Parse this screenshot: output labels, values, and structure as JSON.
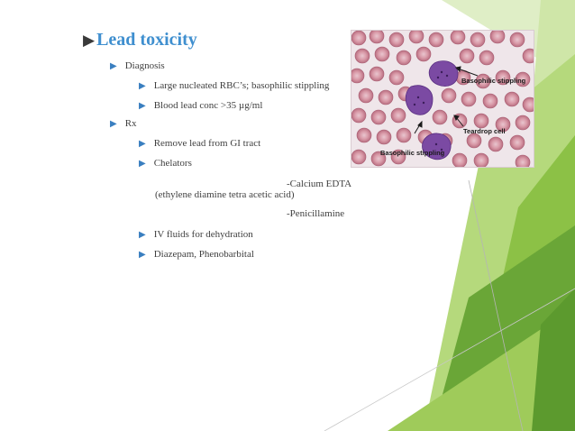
{
  "slide": {
    "title": "Lead toxicity",
    "diagnosis": {
      "label": "Diagnosis",
      "items": [
        "Large  nucleated RBC’s; basophilic stippling",
        "Blood lead conc >35 µg/ml"
      ]
    },
    "rx": {
      "label": "Rx",
      "items": [
        "Remove lead from GI tract",
        "Chelators"
      ],
      "chelator_edta": "-Calcium EDTA",
      "chelator_edta_full": "(ethylene diamine tetra acetic acid)",
      "chelator_penicillamine": "-Penicillamine",
      "items2": [
        "IV fluids for dehydration",
        "Diazepam, Phenobarbital"
      ]
    },
    "image": {
      "label_basophilic_top": "Basophilic stippling",
      "label_teardrop": "Teardrop cell",
      "label_basophilic_bottom": "Basophilic stippling"
    }
  },
  "colors": {
    "title": "#3f8fcf",
    "bullet": "#3a7fc0",
    "green_dark": "#6aa637",
    "green_light": "#9fcb5a"
  }
}
